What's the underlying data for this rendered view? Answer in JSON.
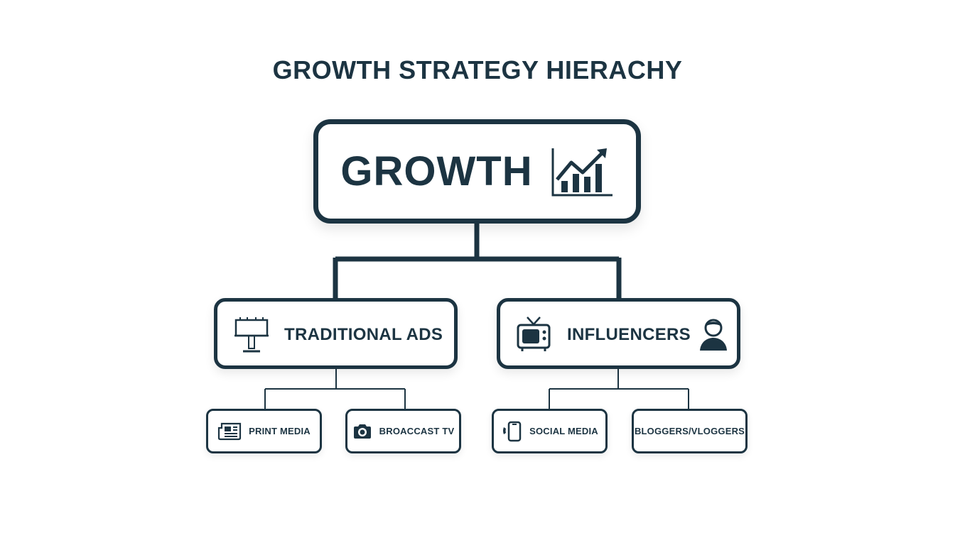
{
  "title": "GROWTH STRATEGY HIERACHY",
  "colors": {
    "stroke": "#1c3442",
    "background": "#ffffff"
  },
  "root": {
    "label": "GROWTH",
    "icon": "growth-chart-icon"
  },
  "branches": [
    {
      "label": "TRADITIONAL ADS",
      "icon": "billboard-icon",
      "children": [
        {
          "label": "PRINT MEDIA",
          "icon": "newspaper-icon"
        },
        {
          "label": "BROACCAST TV",
          "icon": "camera-icon"
        }
      ]
    },
    {
      "label": "INFLUENCERS",
      "icon": "television-icon",
      "icon_right": "person-icon",
      "children": [
        {
          "label": "SOCIAL MEDIA",
          "icon": "smartphone-icon"
        },
        {
          "label": "BLOGGERS/VLOGGERS"
        }
      ]
    }
  ]
}
